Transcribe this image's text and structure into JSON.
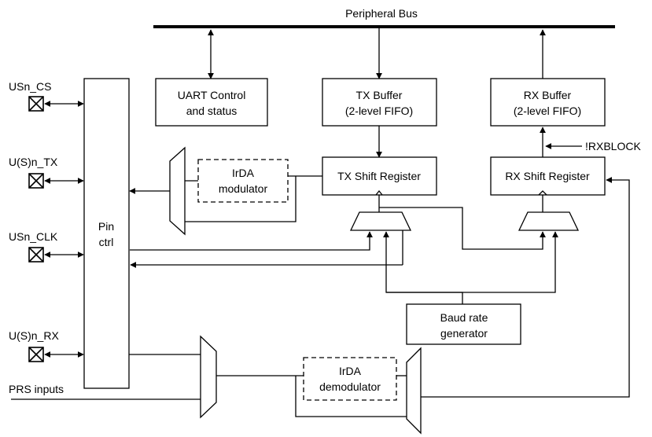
{
  "bus": {
    "label": "Peripheral Bus"
  },
  "blocks": {
    "uart_control": [
      "UART Control",
      "and status"
    ],
    "tx_buffer": [
      "TX Buffer",
      "(2-level FIFO)"
    ],
    "rx_buffer": [
      "RX Buffer",
      "(2-level FIFO)"
    ],
    "tx_shift": "TX Shift Register",
    "rx_shift": "RX Shift Register",
    "irda_modulator": [
      "IrDA",
      "modulator"
    ],
    "irda_demodulator": [
      "IrDA",
      "demodulator"
    ],
    "pin_ctrl": [
      "Pin",
      "ctrl"
    ],
    "baud_rate": [
      "Baud rate",
      "generator"
    ]
  },
  "signals": {
    "rxblock": "!RXBLOCK",
    "prs_inputs": "PRS inputs"
  },
  "pins": [
    {
      "label": "USn_CS"
    },
    {
      "label": "U(S)n_TX"
    },
    {
      "label": "USn_CLK"
    },
    {
      "label": "U(S)n_RX"
    }
  ]
}
